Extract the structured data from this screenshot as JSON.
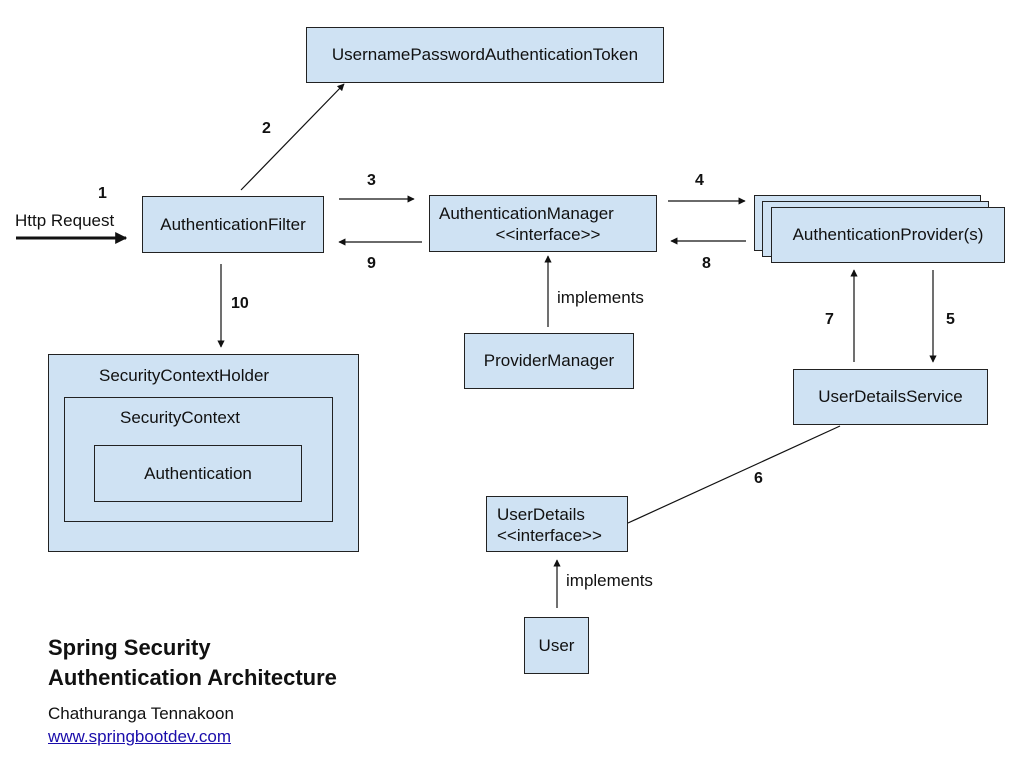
{
  "boxes": {
    "token": "UsernamePasswordAuthenticationToken",
    "filter": "AuthenticationFilter",
    "manager_line1": "AuthenticationManager",
    "manager_line2": "<<interface>>",
    "provider": "AuthenticationProvider(s)",
    "provider_manager": "ProviderManager",
    "user_details_service": "UserDetailsService",
    "user_details_line1": "UserDetails",
    "user_details_line2": "<<interface>>",
    "user": "User",
    "context_holder": "SecurityContextHolder",
    "context": "SecurityContext",
    "authentication": "Authentication"
  },
  "labels": {
    "http_request": "Http Request",
    "implements_manager": "implements",
    "implements_user": "implements"
  },
  "steps": {
    "s1": "1",
    "s2": "2",
    "s3": "3",
    "s4": "4",
    "s5": "5",
    "s6": "6",
    "s7": "7",
    "s8": "8",
    "s9": "9",
    "s10": "10"
  },
  "footer": {
    "title_line1": "Spring Security",
    "title_line2": "Authentication Architecture",
    "author": "Chathuranga Tennakoon",
    "website": "www.springbootdev.com"
  },
  "colors": {
    "box_fill": "#cfe2f3",
    "link": "#1a0dab"
  }
}
